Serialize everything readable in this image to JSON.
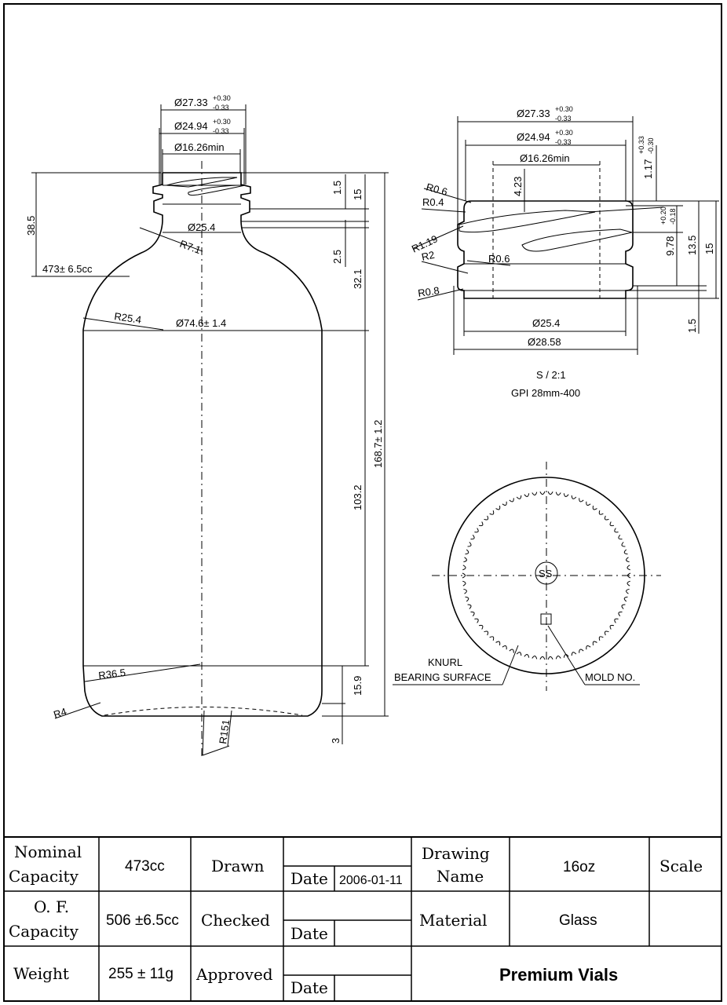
{
  "bottle_view": {
    "neck_dims": {
      "outer": "Ø27.33",
      "outer_tol_plus": "+0.30",
      "outer_tol_minus": "-0.33",
      "thread": "Ø24.94",
      "thread_tol_plus": "+0.30",
      "thread_tol_minus": "-0.33",
      "bore": "Ø16.26min"
    },
    "d_25_4": "Ø25.4",
    "r_7_1": "R7.1",
    "d_38_5": "38.5",
    "fill_line": "473± 6.5cc",
    "r_25_4": "R25.4",
    "d_74_6": "Ø74.6± 1.4",
    "r_36_5": "R36.5",
    "r_4": "R4",
    "r_151": "R151",
    "v_1_5": "1.5",
    "v_15": "15",
    "v_2_5": "2.5",
    "v_32_1": "32.1",
    "v_103_2": "103.2",
    "v_168_7": "168.7± 1.2",
    "v_15_9": "15.9",
    "v_3": "3"
  },
  "finish_view": {
    "outer": "Ø27.33",
    "outer_tol_plus": "+0.30",
    "outer_tol_minus": "-0.33",
    "thread": "Ø24.94",
    "thread_tol_plus": "+0.30",
    "thread_tol_minus": "-0.33",
    "bore": "Ø16.26min",
    "t_value": "1.17",
    "t_tol_plus": "+0.33",
    "t_tol_minus": "-0.30",
    "r_0_6a": "R0.6",
    "r_0_4": "R0.4",
    "r_1_19": "R1.19",
    "r_2": "R2",
    "r_0_6b": "R0.6",
    "r_0_8": "R0.8",
    "v_4_23": "4.23",
    "v_9_78": "9.78",
    "v_9_78_tol_plus": "+0.20",
    "v_9_78_tol_minus": "-0.18",
    "v_13_5": "13.5",
    "v_15": "15",
    "v_1_5": "1.5",
    "d_25_4": "Ø25.4",
    "d_28_58": "Ø28.58",
    "caption_scale": "S / 2:1",
    "caption_finish": "GPI 28mm-400"
  },
  "base_view": {
    "center_mark": "SS",
    "knurl_label_1": "KNURL",
    "knurl_label_2": "BEARING SURFACE",
    "mold_label": "MOLD NO."
  },
  "title_block": {
    "nominal_capacity_label_1": "Nominal",
    "nominal_capacity_label_2": "Capacity",
    "nominal_capacity_value": "473cc",
    "drawn_label": "Drawn",
    "date_label": "Date",
    "drawn_date": "2006-01-11",
    "drawing_name_label_1": "Drawing",
    "drawing_name_label_2": "Name",
    "drawing_name_value": "16oz",
    "scale_label": "Scale",
    "of_capacity_label_1": "O. F.",
    "of_capacity_label_2": "Capacity",
    "of_capacity_value": "506 ±6.5cc",
    "checked_label": "Checked",
    "material_label": "Material",
    "material_value": "Glass",
    "weight_label": "Weight",
    "weight_value": "255 ± 11g",
    "approved_label": "Approved",
    "company": "Premium Vials"
  }
}
